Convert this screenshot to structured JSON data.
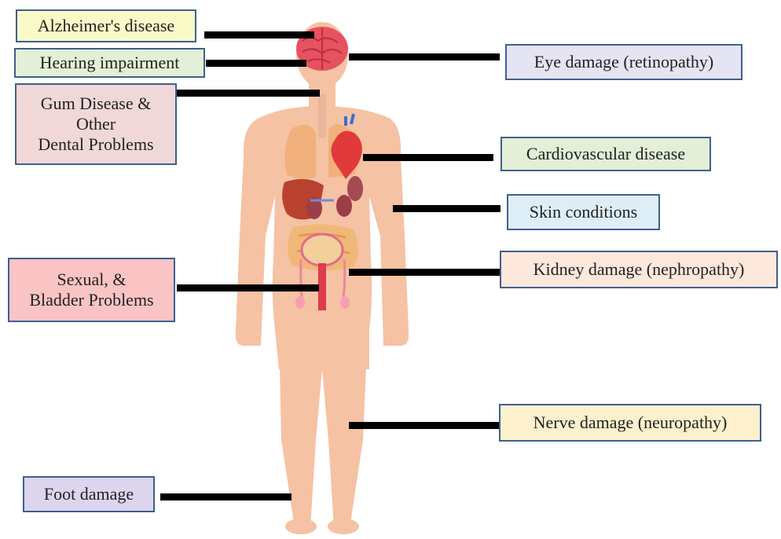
{
  "labels": {
    "alzheimers": {
      "text": "Alzheimer's disease",
      "color": "#fafac8"
    },
    "hearing": {
      "text": "Hearing impairment",
      "color": "#e3efd6"
    },
    "gum": {
      "text": "Gum Disease &\nOther\nDental Problems",
      "color": "#f0d8d8"
    },
    "sexual": {
      "text": "Sexual, &\nBladder Problems",
      "color": "#fbc4c4"
    },
    "foot": {
      "text": "Foot damage",
      "color": "#ddd5ee"
    },
    "eye": {
      "text": "Eye damage (retinopathy)",
      "color": "#e5e4f3"
    },
    "cardio": {
      "text": "Cardiovascular disease",
      "color": "#e3efd6"
    },
    "skin": {
      "text": "Skin conditions",
      "color": "#ddeef6"
    },
    "kidney": {
      "text": "Kidney damage (nephropathy)",
      "color": "#fde8dc"
    },
    "nerve": {
      "text": "Nerve damage (neuropathy)",
      "color": "#fcf0cd"
    }
  },
  "colors": {
    "skin": "#f5c2a4",
    "skin_dark": "#efb395",
    "border": "#3f5f8f",
    "connector": "#000000"
  }
}
